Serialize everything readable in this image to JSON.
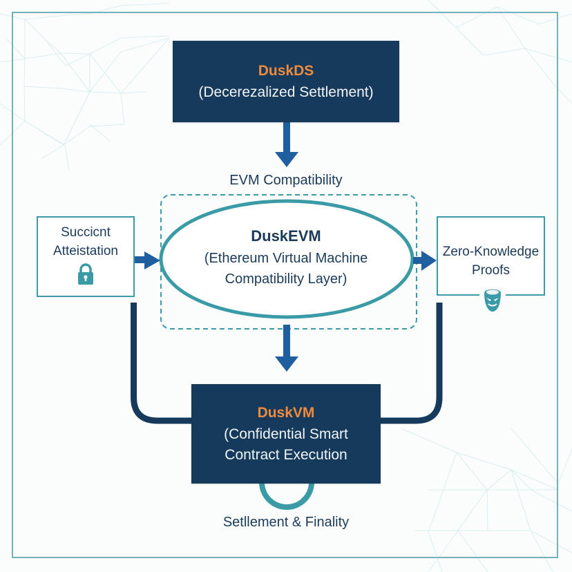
{
  "colors": {
    "navy": "#153a5b",
    "accent_orange": "#f08a3c",
    "teal": "#3a9ba6",
    "arrow_blue": "#1f5fa0",
    "text_dark": "#1b3a58"
  },
  "nodes": {
    "duskds": {
      "title": "DuskDS",
      "subtitle": "(Decerezalized Settlement)"
    },
    "duskevm": {
      "title": "DuskEVM",
      "subtitle_line1": "(Ethereum Virtual Machine",
      "subtitle_line2": "Compatibility Layer)"
    },
    "duskvm": {
      "title": "DuskVM",
      "subtitle_line1": "(Confidential Smart",
      "subtitle_line2": "Contract Execution"
    },
    "attestation": {
      "line1": "Succicnt",
      "line2": "Atteistation",
      "icon": "lock-icon"
    },
    "zk_proofs": {
      "line1": "Zero-Knowledge",
      "line2": "Proofs",
      "icon": "mask-icon"
    }
  },
  "labels": {
    "evm_compatibility": "EVM Compatibility",
    "settlement_finality": "Setllement & Finality"
  },
  "edges": [
    {
      "from": "duskds",
      "to": "duskevm",
      "type": "arrow"
    },
    {
      "from": "attestation",
      "to": "duskevm",
      "type": "arrow"
    },
    {
      "from": "duskevm",
      "to": "zk_proofs",
      "type": "arrow"
    },
    {
      "from": "duskevm",
      "to": "duskvm",
      "type": "arrow"
    },
    {
      "from": "attestation",
      "to": "duskvm",
      "type": "connector"
    },
    {
      "from": "zk_proofs",
      "to": "duskvm",
      "type": "connector"
    },
    {
      "from": "duskvm",
      "to": "duskvm",
      "type": "loop",
      "label": "settlement_finality"
    }
  ]
}
